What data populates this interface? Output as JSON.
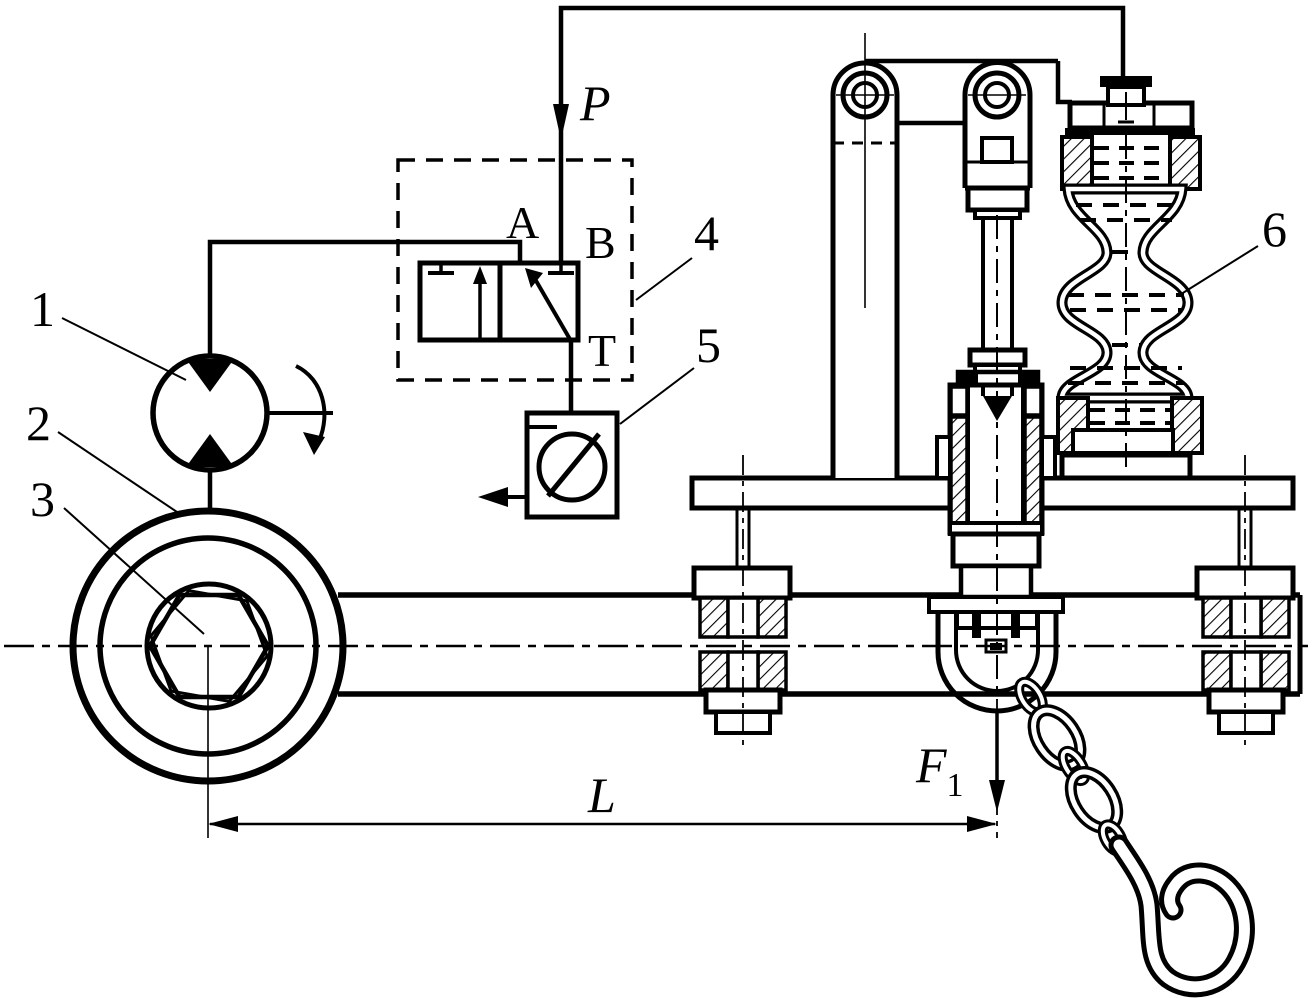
{
  "diagram": {
    "description": "Hydraulic nut-runner / torque-multiplier wrench schematic with hydraulic drive, directional valve, gauge, lever cylinder, bellows accumulator, reaction beam, chain and hook",
    "colors": {
      "line": "#000000",
      "background": "#ffffff"
    },
    "callouts": [
      {
        "number": "1",
        "part": "hydraulic-pump-motor"
      },
      {
        "number": "2",
        "part": "socket-wrench-head"
      },
      {
        "number": "3",
        "part": "hex-nut"
      },
      {
        "number": "4",
        "part": "directional-control-valve"
      },
      {
        "number": "5",
        "part": "flow-control-gauge"
      },
      {
        "number": "6",
        "part": "bellows-accumulator"
      }
    ],
    "ports": {
      "p": "P",
      "a": "A",
      "b": "B",
      "t": "T"
    },
    "dimensions": {
      "lever_arm_label": "L",
      "force_label": "F",
      "force_subscript": "1"
    }
  }
}
